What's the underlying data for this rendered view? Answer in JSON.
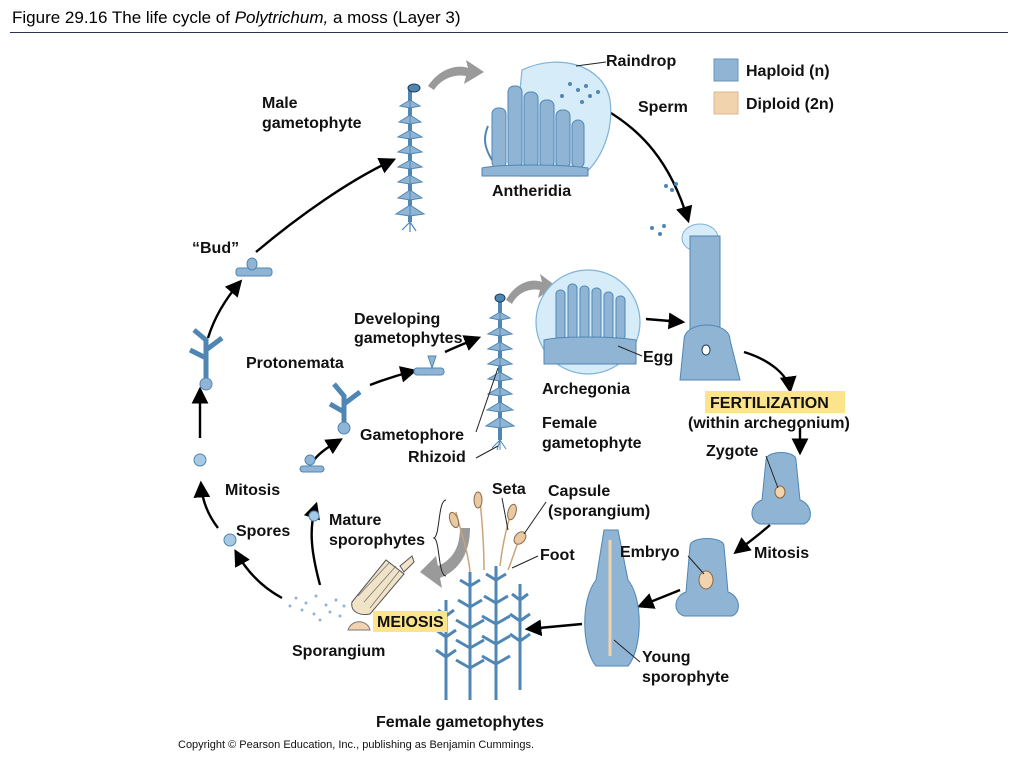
{
  "title": {
    "prefix": "Figure 29.16  The life cycle of ",
    "italic": "Polytrichum,",
    "suffix": " a moss (Layer 3)"
  },
  "legend": {
    "haploid": {
      "label": "Haploid (n)",
      "color": "#8fb4d4"
    },
    "diploid": {
      "label": "Diploid (2n)",
      "color": "#f1d3ad"
    }
  },
  "labels": {
    "male_1": "Male",
    "male_2": "gametophyte",
    "raindrop": "Raindrop",
    "sperm": "Sperm",
    "antheridia": "Antheridia",
    "bud": "“Bud”",
    "developing_1": "Developing",
    "developing_2": "gametophytes",
    "protonemata": "Protonemata",
    "egg": "Egg",
    "archegonia": "Archegonia",
    "fertilization": "FERTILIZATION",
    "within_archegonium": "(within archegonium)",
    "female_1": "Female",
    "female_2": "gametophyte",
    "gametophore": "Gametophore",
    "rhizoid": "Rhizoid",
    "zygote": "Zygote",
    "mitosis_left": "Mitosis",
    "mitosis_right": "Mitosis",
    "spores": "Spores",
    "mature_1": "Mature",
    "mature_2": "sporophytes",
    "seta": "Seta",
    "capsule_1": "Capsule",
    "capsule_2": "(sporangium)",
    "foot": "Foot",
    "embryo": "Embryo",
    "meiosis": "MEIOSIS",
    "sporangium": "Sporangium",
    "young_1": "Young",
    "young_2": "sporophyte",
    "female_gametophytes": "Female gametophytes"
  },
  "colors": {
    "haploid_fill": "#8fb4d4",
    "haploid_dark": "#4f86b3",
    "drop_fill": "#d6ecf9",
    "diploid_fill": "#f1d3ad",
    "highlight": "#fbe48c",
    "gray_arrow": "#9a9a9a"
  },
  "copyright": "Copyright © Pearson Education, Inc., publishing as Benjamin Cummings."
}
